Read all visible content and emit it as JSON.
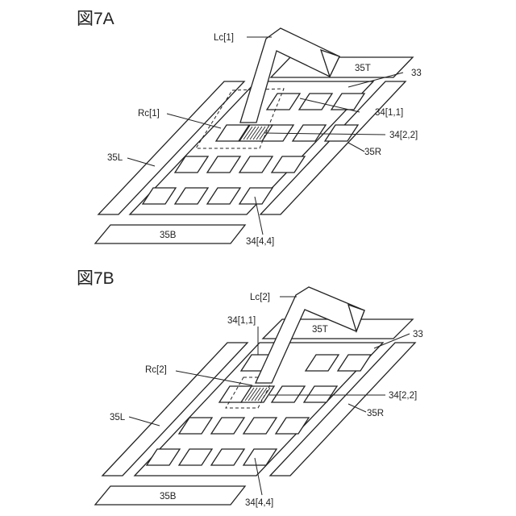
{
  "figures": {
    "a": {
      "title": "図7A",
      "labels": {
        "light_column": "Lc[1]",
        "top_electrode": "35T",
        "substrate": "33",
        "cell_1_1": "34[1,1]",
        "region": "Rc[1]",
        "cell_2_2": "34[2,2]",
        "left_electrode": "35L",
        "right_electrode": "35R",
        "bottom_electrode": "35B",
        "cell_4_4": "34[4,4]"
      }
    },
    "b": {
      "title": "図7B",
      "labels": {
        "light_column": "Lc[2]",
        "cell_1_1": "34[1,1]",
        "top_electrode": "35T",
        "substrate": "33",
        "region": "Rc[2]",
        "cell_2_2": "34[2,2]",
        "left_electrode": "35L",
        "right_electrode": "35R",
        "bottom_electrode": "35B",
        "cell_4_4": "34[4,4]"
      }
    }
  }
}
